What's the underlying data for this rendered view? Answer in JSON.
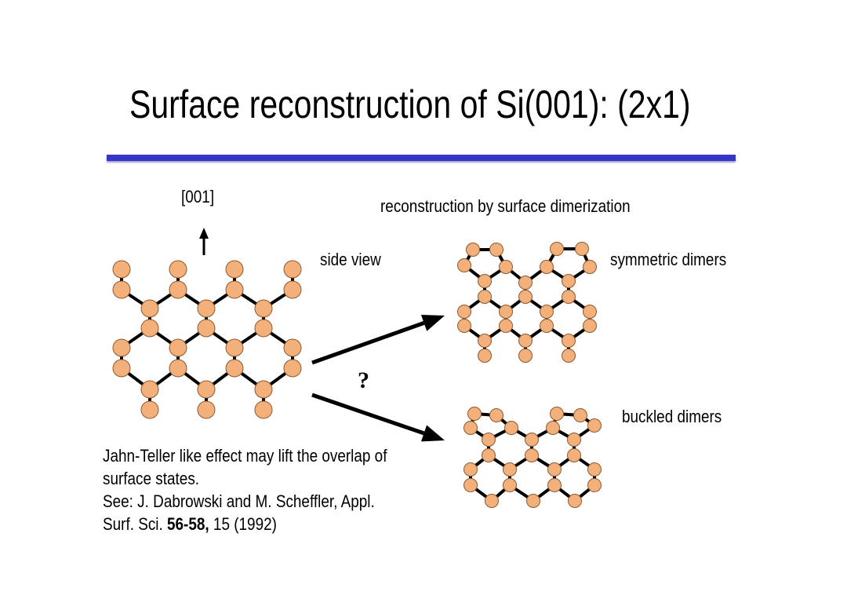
{
  "title": "Surface reconstruction of Si(001):  (2x1)",
  "direction_label": "[001]",
  "reconstruction_label": "reconstruction by surface dimerization",
  "side_view_label": "side view",
  "symmetric_label": "symmetric dimers",
  "buckled_label": "buckled dimers",
  "question_mark": "?",
  "note": {
    "line1": "Jahn-Teller like effect may lift the overlap of",
    "line2": "surface states.",
    "line3": "See: J. Dabrowski and M. Scheffler, Appl.",
    "line4_prefix": "Surf. Sci. ",
    "line4_bold": "56-58,",
    "line4_suffix": " 15 (1992)"
  },
  "colors": {
    "atom": "#f4b07a",
    "bar": "#3535c8",
    "bond": "#000000"
  }
}
